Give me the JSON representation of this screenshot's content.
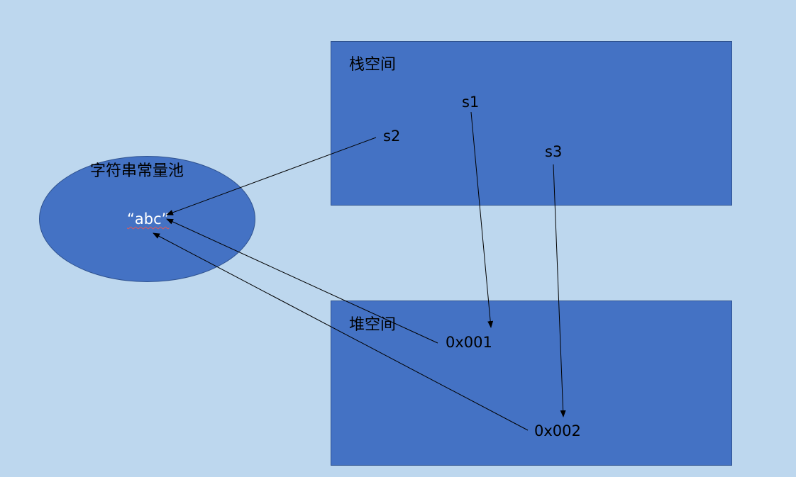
{
  "stack": {
    "title": "栈空间"
  },
  "heap": {
    "title": "堆空间"
  },
  "pool": {
    "title": "字符串常量池",
    "literal": "“abc”"
  },
  "vars": {
    "s1": "s1",
    "s2": "s2",
    "s3": "s3"
  },
  "addresses": {
    "a1": "0x001",
    "a2": "0x002"
  },
  "colors": {
    "background": "#bdd7ee",
    "shape_fill": "#4472c4",
    "arrow": "#000000",
    "literal_text": "#ffffff"
  }
}
